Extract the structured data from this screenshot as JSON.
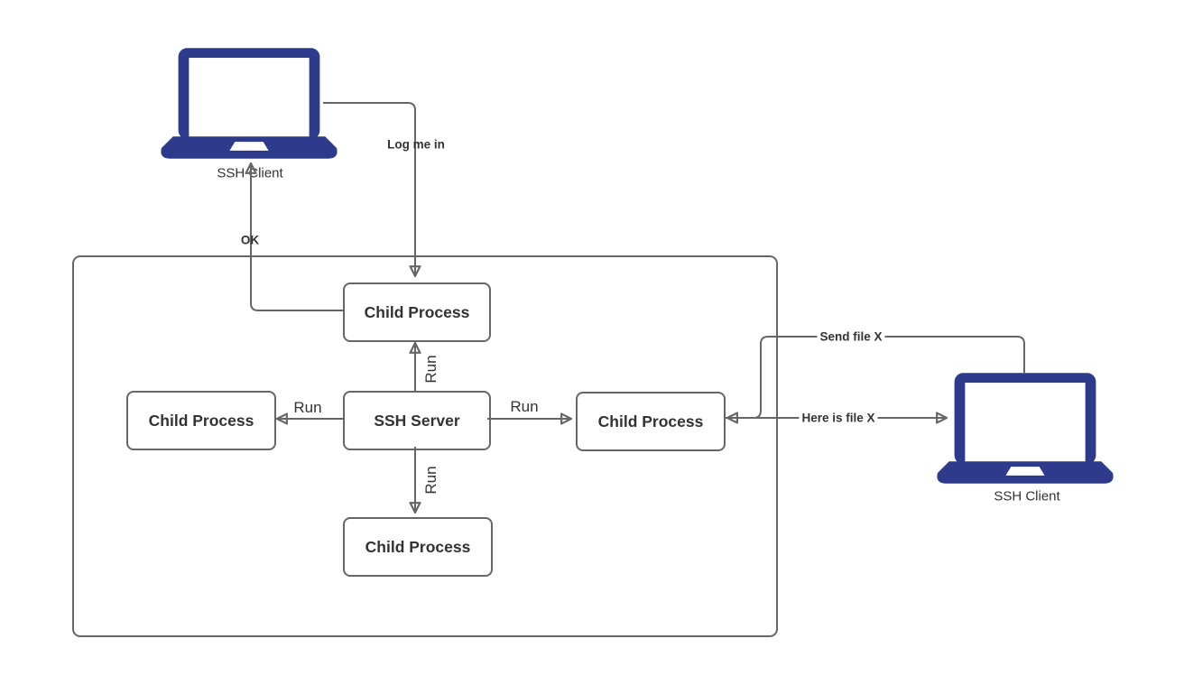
{
  "diagram": {
    "clients": [
      {
        "label": "SSH Client"
      },
      {
        "label": "SSH Client"
      }
    ],
    "server_group": {
      "server": {
        "label": "SSH Server"
      },
      "children": [
        {
          "label": "Child Process"
        },
        {
          "label": "Child Process"
        },
        {
          "label": "Child Process"
        },
        {
          "label": "Child Process"
        }
      ]
    },
    "edges": {
      "log_me_in": "Log me in",
      "ok": "OK",
      "run_up": "Run",
      "run_left": "Run",
      "run_right": "Run",
      "run_down": "Run",
      "send_file": "Send file X",
      "here_is_file": "Here is file X"
    },
    "colors": {
      "laptop_fill": "#2e3a8c",
      "connector": "#666666",
      "node_border": "#666666",
      "text": "#333333"
    }
  }
}
